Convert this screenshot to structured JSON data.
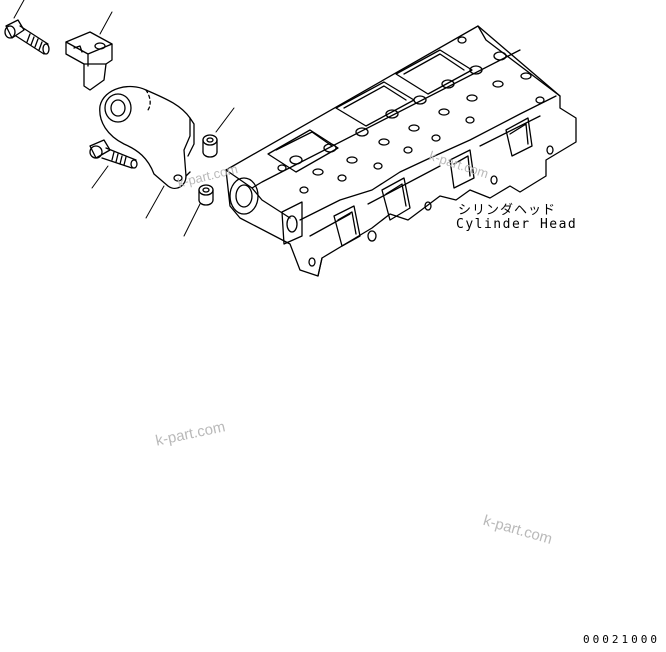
{
  "part_label": {
    "japanese": "シリンダヘッド",
    "english": "Cylinder Head"
  },
  "drawing_number": "00021000",
  "watermark": "k-part.com"
}
